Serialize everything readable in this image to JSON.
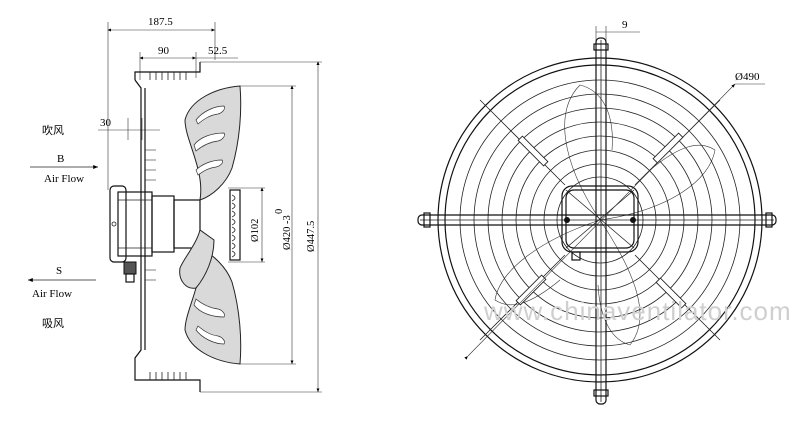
{
  "side_view": {
    "dim_overall_depth": "187.5",
    "dim_mount_depth": "90",
    "dim_flange_offset": "52.5",
    "dim_motor_offset": "30",
    "dim_hub_dia": "Ø102",
    "dim_zero": "0",
    "dim_blade_dia": "Ø420 -3",
    "dim_housing_dia": "Ø447.5"
  },
  "airflow": {
    "blow_cn": "吹风",
    "blow_code": "B",
    "blow_label": "Air Flow",
    "suck_code": "S",
    "suck_label": "Air Flow",
    "suck_cn": "吸风"
  },
  "front_view": {
    "dim_bracket_width": "9",
    "dim_guard_dia": "Ø490"
  },
  "watermark": "www.chinaventilator.com"
}
